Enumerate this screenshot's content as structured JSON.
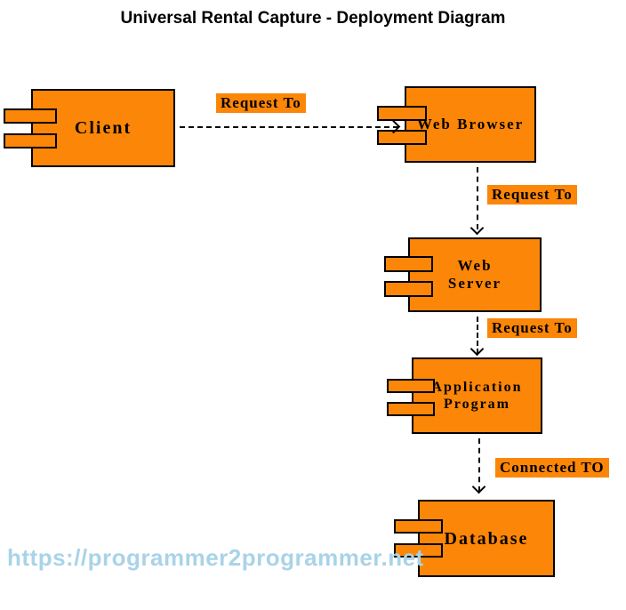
{
  "title": "Universal Rental Capture - Deployment Diagram",
  "diagram_type": "uml-deployment-diagram",
  "colors": {
    "component_fill": "#FC8608",
    "component_border": "#000000",
    "label_highlight": "#FC8608",
    "text": "#000000",
    "watermark": "#A9D3E8",
    "background": "#FFFFFF"
  },
  "nodes": {
    "client": {
      "label": "Client",
      "type": "component"
    },
    "web_browser": {
      "label": "Web Browser",
      "type": "component"
    },
    "web_server": {
      "label": "Web Server",
      "type": "component"
    },
    "application_program": {
      "label": "Application Program",
      "type": "component"
    },
    "database": {
      "label": "Database",
      "type": "component"
    }
  },
  "connections": {
    "c1": {
      "from": "Client",
      "to": "Web Browser",
      "label": "Request To",
      "style": "dashed-open-arrow"
    },
    "c2": {
      "from": "Web Browser",
      "to": "Web Server",
      "label": "Request To",
      "style": "dashed-open-arrow"
    },
    "c3": {
      "from": "Web Server",
      "to": "Application Program",
      "label": "Request To",
      "style": "dashed-open-arrow"
    },
    "c4": {
      "from": "Application Program",
      "to": "Database",
      "label": "Connected TO",
      "style": "dashed-open-arrow"
    }
  },
  "watermark": {
    "text": "https://programmer2programmer.net"
  }
}
